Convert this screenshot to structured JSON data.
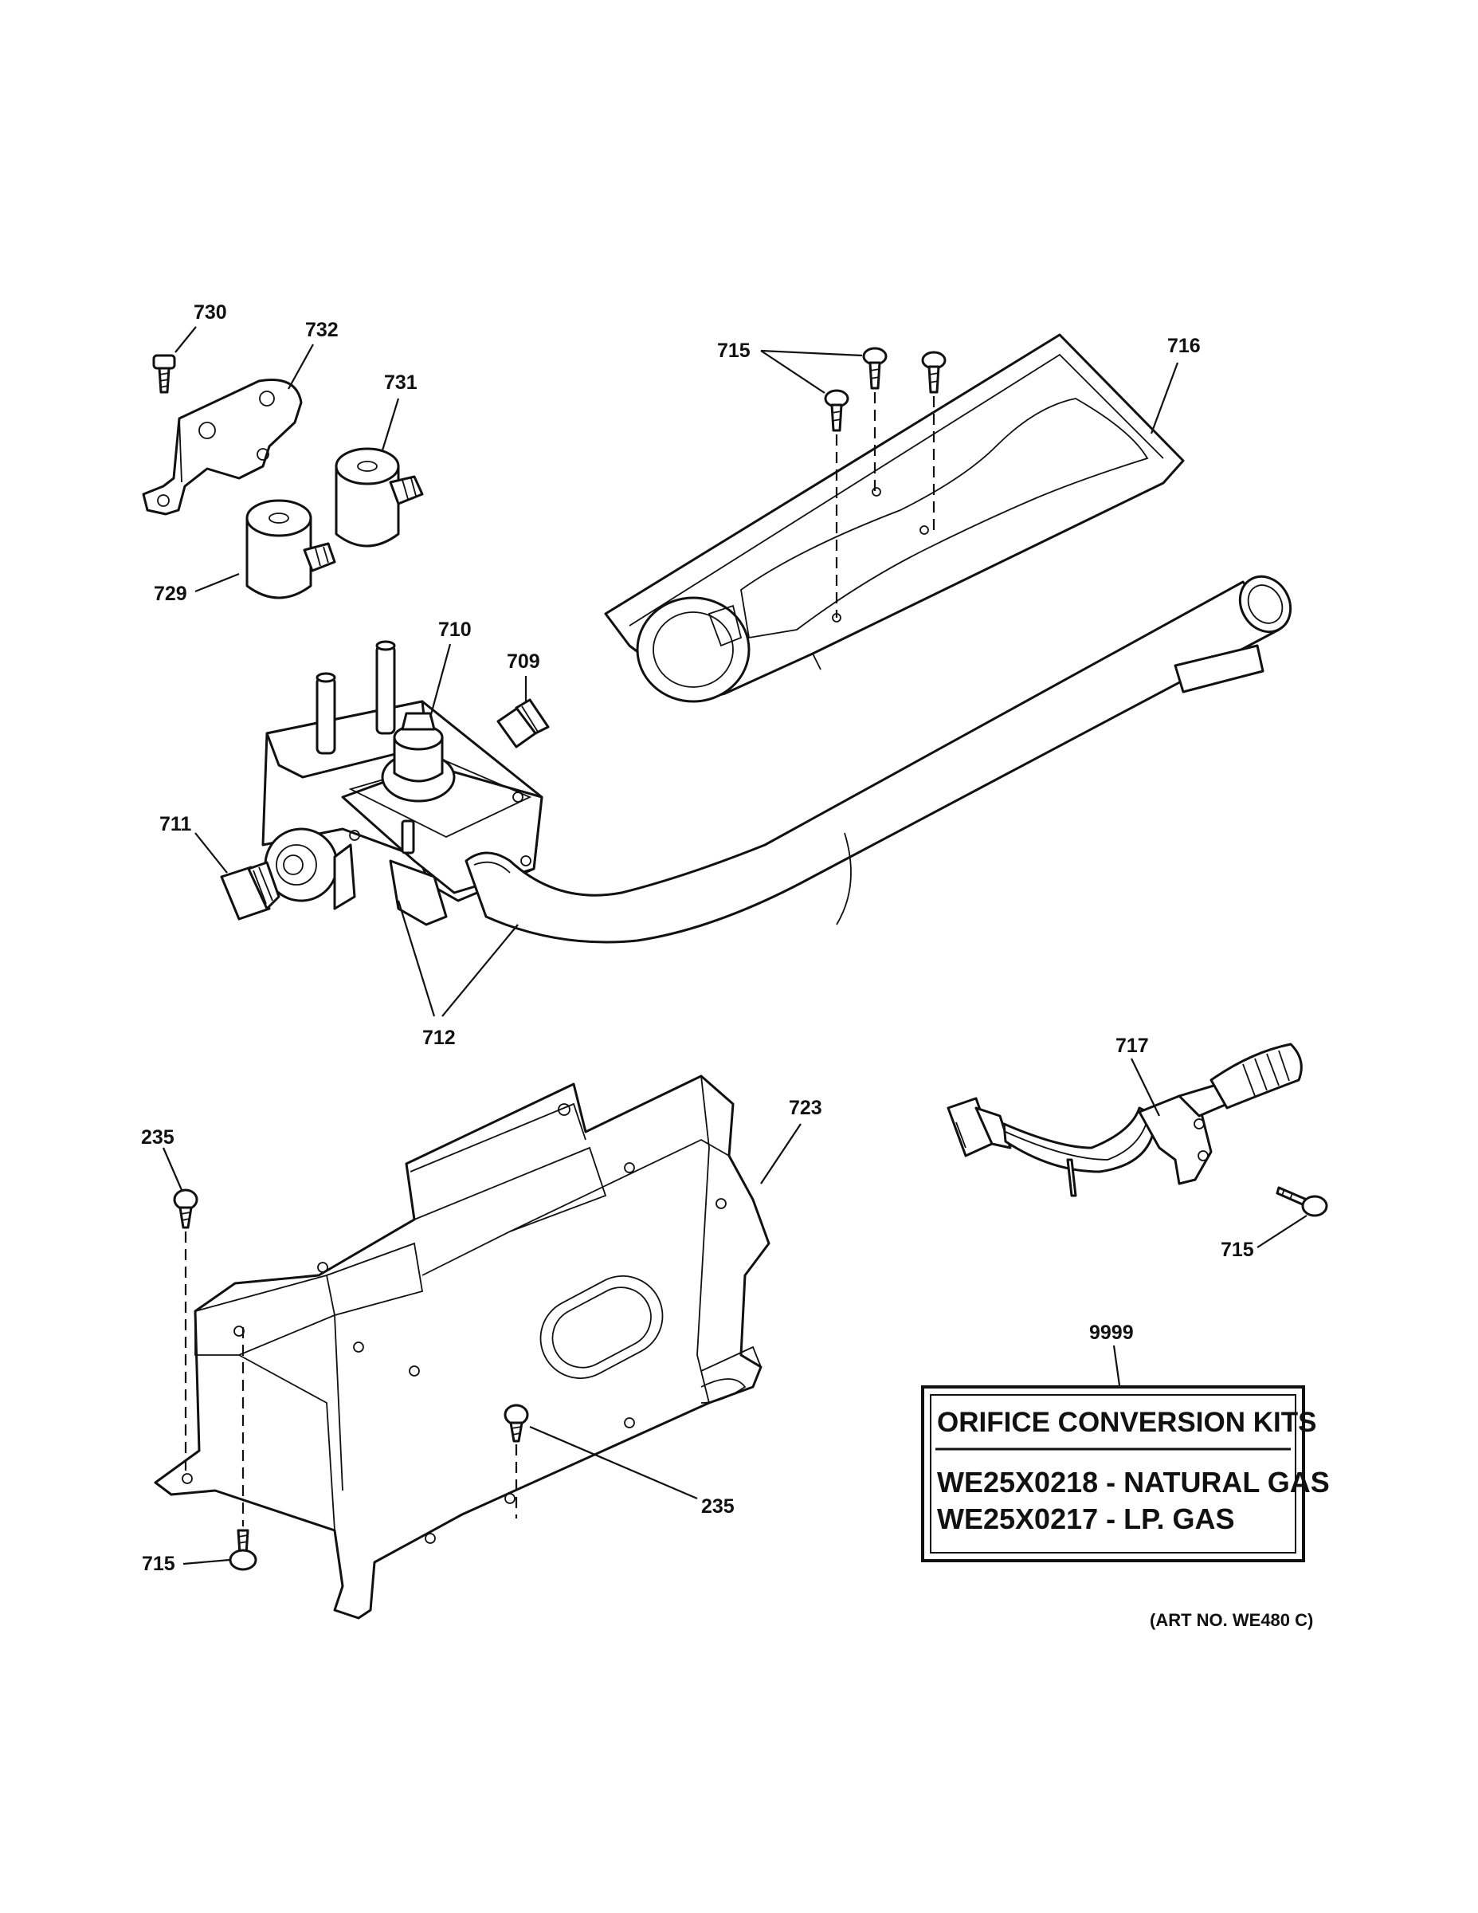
{
  "callouts": {
    "c730": "730",
    "c732": "732",
    "c731": "731",
    "c729": "729",
    "c715_top": "715",
    "c716": "716",
    "c710": "710",
    "c709": "709",
    "c711": "711",
    "c712": "712",
    "c717": "717",
    "c235_left": "235",
    "c723": "723",
    "c715_right": "715",
    "c9999": "9999",
    "c235_bottom": "235",
    "c715_bottom": "715"
  },
  "kit_box": {
    "title": "ORIFICE CONVERSION KITS",
    "line1": "WE25X0218 - NATURAL GAS",
    "line2": "WE25X0217 - LP. GAS"
  },
  "art_number": "(ART NO. WE480 C)"
}
